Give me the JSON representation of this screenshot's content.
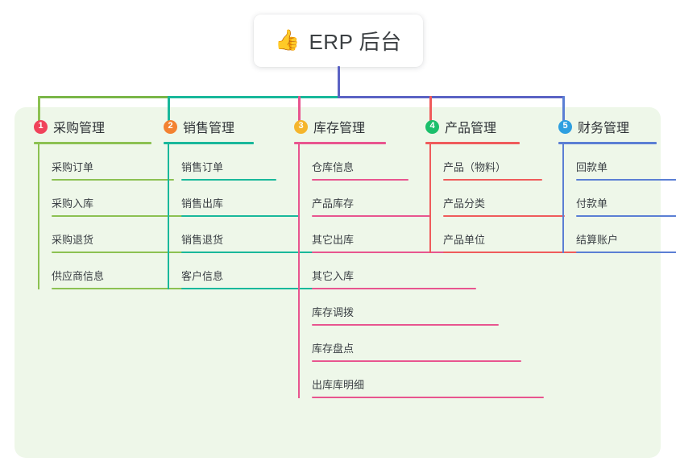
{
  "diagram": {
    "type": "org-chart",
    "root": {
      "emoji": "👍",
      "emoji_name": "thumbs-up-icon",
      "label": "ERP 后台"
    },
    "canvas_background": "#ffffff",
    "panel_background": "#eef7e9",
    "connector_segments": [
      {
        "name": "trunk-vertical",
        "color": "#5b63c4"
      },
      {
        "name": "bus-left-green",
        "color": "#7ab648"
      },
      {
        "name": "bus-mid-teal",
        "color": "#19b89b"
      },
      {
        "name": "bus-right-purple",
        "color": "#5b63c4"
      }
    ],
    "columns": [
      {
        "number": "1",
        "badge_color": "#f0435b",
        "accent_color": "#8cc152",
        "title": "采购管理",
        "items": [
          "采购订单",
          "采购入库",
          "采购退货",
          "供应商信息"
        ]
      },
      {
        "number": "2",
        "badge_color": "#f38231",
        "accent_color": "#19b89b",
        "title": "销售管理",
        "items": [
          "销售订单",
          "销售出库",
          "销售退货",
          "客户信息"
        ]
      },
      {
        "number": "3",
        "badge_color": "#f5b52c",
        "accent_color": "#e8558f",
        "title": "库存管理",
        "items": [
          "仓库信息",
          "产品库存",
          "其它出库",
          "其它入库",
          "库存调拨",
          "库存盘点",
          "出库库明细"
        ]
      },
      {
        "number": "4",
        "badge_color": "#1bbf6b",
        "accent_color": "#ef5b5b",
        "title": "产品管理",
        "items": [
          "产品（物料）",
          "产品分类",
          "产品单位"
        ]
      },
      {
        "number": "5",
        "badge_color": "#2e9fe0",
        "accent_color": "#5b7fd4",
        "title": "财务管理",
        "items": [
          "回款单",
          "付款单",
          "结算账户"
        ]
      }
    ]
  }
}
